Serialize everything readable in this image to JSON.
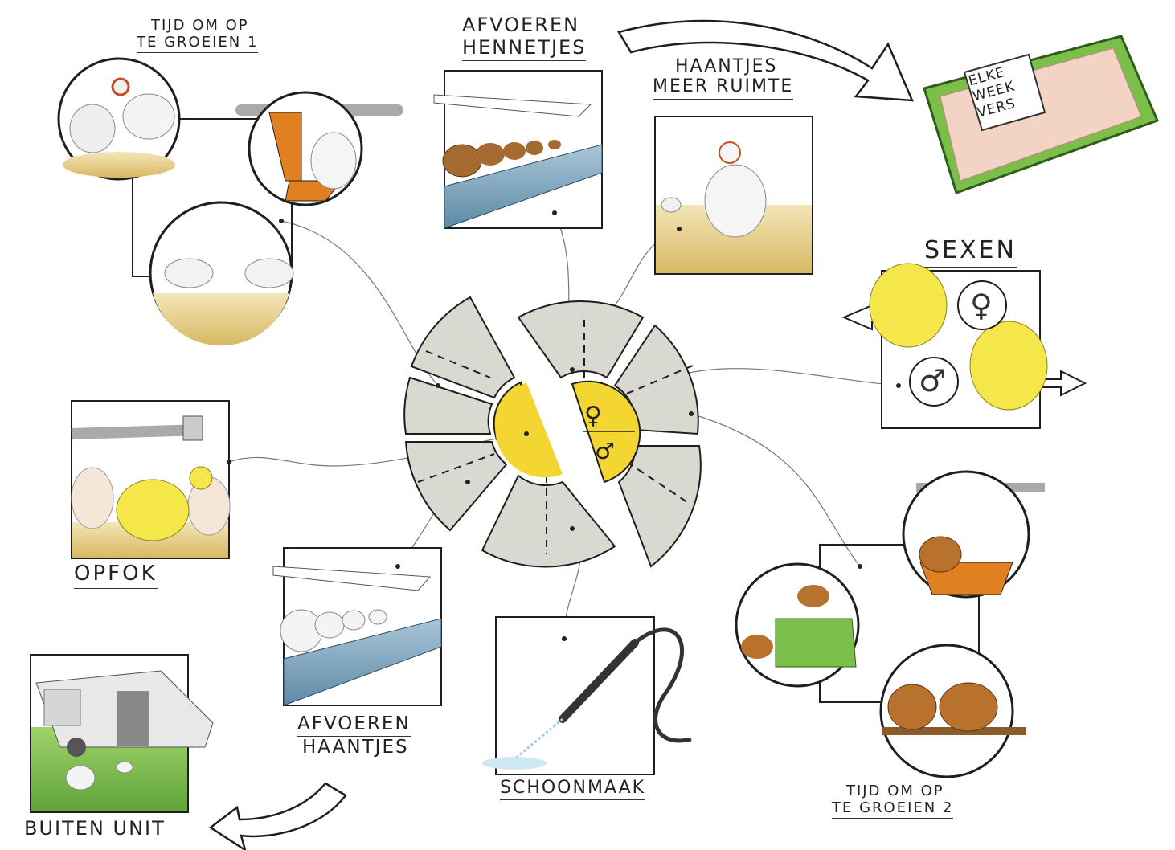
{
  "labels": {
    "grow1_line1": "TIJD OM OP",
    "grow1_line2": "TE GROEIEN 1",
    "afvoeren_hen_line1": "AFVOEREN",
    "afvoeren_hen_line2": "HENNETJES",
    "haantjes_line1": "HAANTJES",
    "haantjes_line2": "MEER RUIMTE",
    "sexen": "SEXEN",
    "opfok": "OPFOK",
    "afvoeren_haan_line1": "AFVOEREN",
    "afvoeren_haan_line2": "HAANTJES",
    "schoonmaak": "SCHOONMAAK",
    "grow2_line1": "TIJD OM OP",
    "grow2_line2": "TE GROEIEN 2",
    "buiten": "BUITEN UNIT"
  },
  "tray": {
    "line1": "ELKE",
    "line2": "WEEK",
    "line3": "VERS"
  },
  "center": {
    "female_symbol": "♀",
    "male_symbol": "♂"
  },
  "sex_icons": {
    "female": "♀",
    "male": "♂"
  },
  "colors": {
    "segment_fill": "#d9d9d2",
    "core_yellow": "#f4d632",
    "outline": "#1e1e1e",
    "chick_yellow": "#f5e74a",
    "hen_brown": "#b8722e",
    "orange": "#e08020",
    "grass_green": "#7bbf4a",
    "sand": "#e4cc82"
  }
}
